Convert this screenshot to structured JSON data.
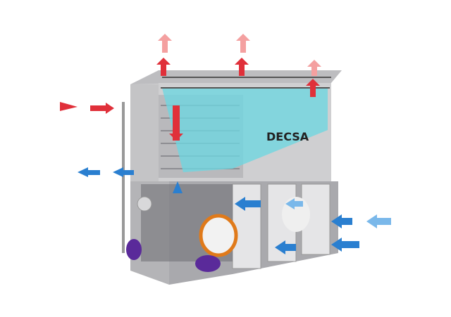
{
  "illustration": {
    "logo_text": "DECSA",
    "colors": {
      "hot_air": "#e0303a",
      "cold_air": "#2a7fd0",
      "casing": "#c9c9cb",
      "casing_dark": "#9a9a9e",
      "spray": "#6fd6e0",
      "pump": "#5a2a9a",
      "fan_ring": "#e07a1a"
    },
    "icons": [
      "hot-air-arrow",
      "cold-air-arrow",
      "water-spray",
      "fan",
      "pump-motor"
    ]
  }
}
